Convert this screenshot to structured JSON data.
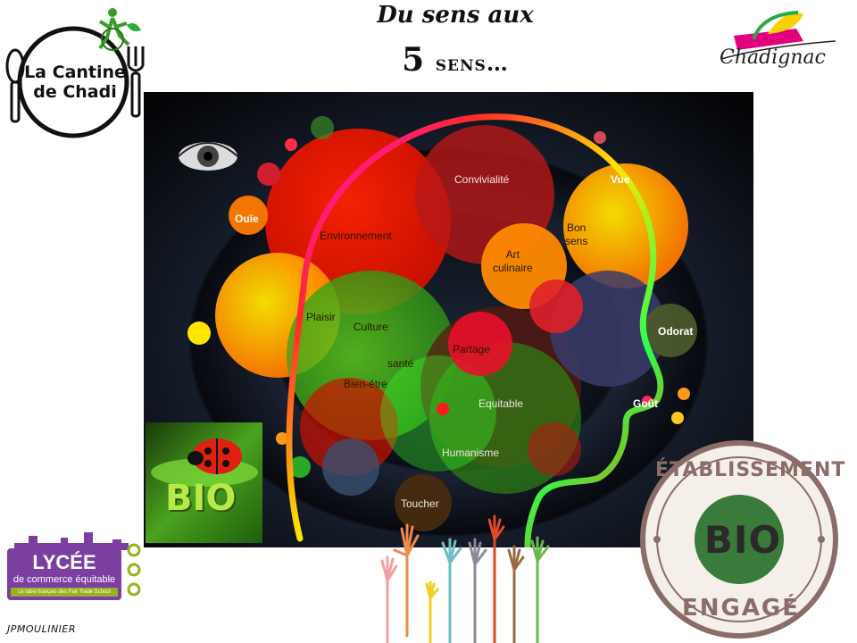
{
  "header": {
    "line1": "Du sens aux",
    "line2_number": "5",
    "line2_word": "sens…"
  },
  "logos": {
    "cantine": {
      "line1": "La Cantine",
      "line2": "de Chadi"
    },
    "chadignac": {
      "name": "Chadignac"
    },
    "lycee": {
      "title": "LYCÉE",
      "subtitle": "de commerce équitable",
      "tagline": "Le label français des Fair Trade School"
    },
    "bio_badge": {
      "center": "BIO",
      "top": "ÉTABLISSEMENT",
      "bottom": "ENGAGÉ"
    },
    "bio_photo": {
      "text": "BIO"
    }
  },
  "bubbles": {
    "convivialite": "Convivialité",
    "vue": "Vue",
    "ouie": "Ouïe",
    "environnement": "Environnement",
    "bon": "Bon",
    "sens": "sens",
    "art": "Art",
    "culinaire": "culinaire",
    "plaisir": "Plaisir",
    "culture": "Culture",
    "odorat": "Odorat",
    "partage": "Partage",
    "sante": "santé",
    "bien_etre": "Bien-être",
    "equitable": "Equitable",
    "gout": "Goût",
    "humanisme": "Humanisme",
    "toucher": "Toucher"
  },
  "credit": "JPMOULINIER",
  "colors": {
    "accent_red": "#ff1a00",
    "accent_orange": "#ff9a00",
    "accent_yellow": "#ffe800",
    "accent_green": "#3aa81e",
    "lycee_purple": "#7a3fa0"
  }
}
